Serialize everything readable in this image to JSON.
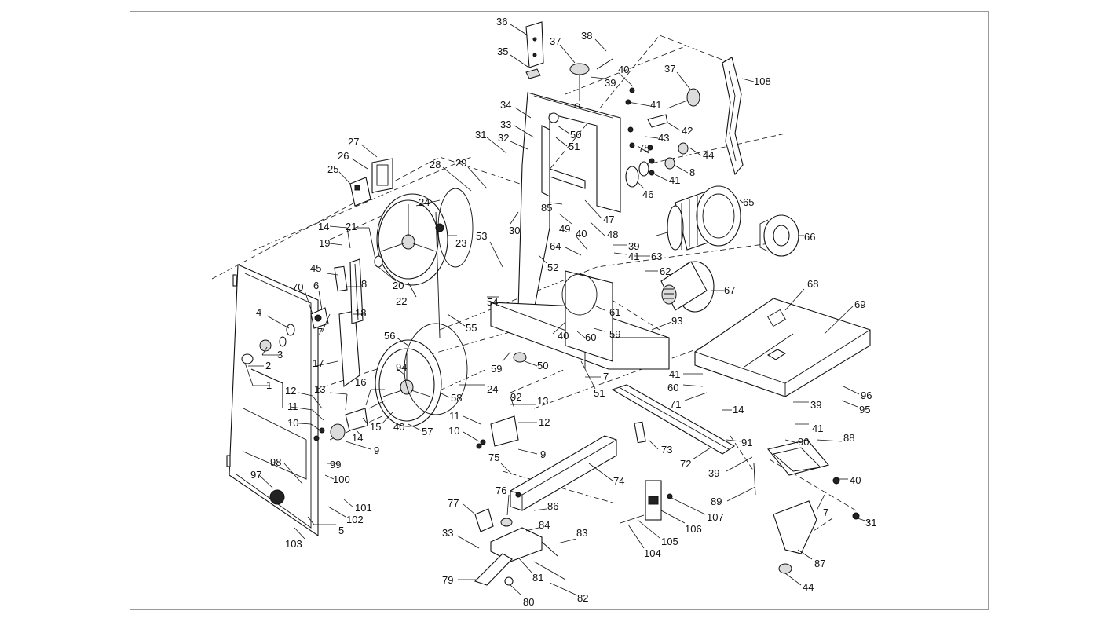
{
  "diagram": {
    "type": "exploded-parts-diagram",
    "subject": "band-saw",
    "callouts": [
      {
        "id": "c1",
        "label": "1"
      },
      {
        "id": "c2",
        "label": "2"
      },
      {
        "id": "c3",
        "label": "3"
      },
      {
        "id": "c4",
        "label": "4"
      },
      {
        "id": "c5",
        "label": "5"
      },
      {
        "id": "c6",
        "label": "6"
      },
      {
        "id": "c7a",
        "label": "7"
      },
      {
        "id": "c7b",
        "label": "7"
      },
      {
        "id": "c7c",
        "label": "7"
      },
      {
        "id": "c8a",
        "label": "8"
      },
      {
        "id": "c8b",
        "label": "8"
      },
      {
        "id": "c9a",
        "label": "9"
      },
      {
        "id": "c9b",
        "label": "9"
      },
      {
        "id": "c10a",
        "label": "10"
      },
      {
        "id": "c10b",
        "label": "10"
      },
      {
        "id": "c11a",
        "label": "11"
      },
      {
        "id": "c11b",
        "label": "11"
      },
      {
        "id": "c12a",
        "label": "12"
      },
      {
        "id": "c12b",
        "label": "12"
      },
      {
        "id": "c13a",
        "label": "13"
      },
      {
        "id": "c13b",
        "label": "13"
      },
      {
        "id": "c14a",
        "label": "14"
      },
      {
        "id": "c14b",
        "label": "14"
      },
      {
        "id": "c14c",
        "label": "14"
      },
      {
        "id": "c15",
        "label": "15"
      },
      {
        "id": "c16",
        "label": "16"
      },
      {
        "id": "c17",
        "label": "17"
      },
      {
        "id": "c18",
        "label": "18"
      },
      {
        "id": "c19",
        "label": "19"
      },
      {
        "id": "c20",
        "label": "20"
      },
      {
        "id": "c21",
        "label": "21"
      },
      {
        "id": "c22",
        "label": "22"
      },
      {
        "id": "c23",
        "label": "23"
      },
      {
        "id": "c24a",
        "label": "24"
      },
      {
        "id": "c24b",
        "label": "24"
      },
      {
        "id": "c25",
        "label": "25"
      },
      {
        "id": "c26",
        "label": "26"
      },
      {
        "id": "c27",
        "label": "27"
      },
      {
        "id": "c28",
        "label": "28"
      },
      {
        "id": "c29",
        "label": "29"
      },
      {
        "id": "c30",
        "label": "30"
      },
      {
        "id": "c31a",
        "label": "31"
      },
      {
        "id": "c31b",
        "label": "31"
      },
      {
        "id": "c32",
        "label": "32"
      },
      {
        "id": "c33a",
        "label": "33"
      },
      {
        "id": "c33b",
        "label": "33"
      },
      {
        "id": "c34",
        "label": "34"
      },
      {
        "id": "c35",
        "label": "35"
      },
      {
        "id": "c36",
        "label": "36"
      },
      {
        "id": "c37a",
        "label": "37"
      },
      {
        "id": "c37b",
        "label": "37"
      },
      {
        "id": "c38",
        "label": "38"
      },
      {
        "id": "c39a",
        "label": "39"
      },
      {
        "id": "c39b",
        "label": "39"
      },
      {
        "id": "c39c",
        "label": "39"
      },
      {
        "id": "c39d",
        "label": "39"
      },
      {
        "id": "c40a",
        "label": "40"
      },
      {
        "id": "c40b",
        "label": "40"
      },
      {
        "id": "c40c",
        "label": "40"
      },
      {
        "id": "c40d",
        "label": "40"
      },
      {
        "id": "c40e",
        "label": "40"
      },
      {
        "id": "c41a",
        "label": "41"
      },
      {
        "id": "c41b",
        "label": "41"
      },
      {
        "id": "c41c",
        "label": "41"
      },
      {
        "id": "c41d",
        "label": "41"
      },
      {
        "id": "c41e",
        "label": "41"
      },
      {
        "id": "c42",
        "label": "42"
      },
      {
        "id": "c43",
        "label": "43"
      },
      {
        "id": "c44a",
        "label": "44"
      },
      {
        "id": "c44b",
        "label": "44"
      },
      {
        "id": "c45",
        "label": "45"
      },
      {
        "id": "c46",
        "label": "46"
      },
      {
        "id": "c47",
        "label": "47"
      },
      {
        "id": "c48",
        "label": "48"
      },
      {
        "id": "c49",
        "label": "49"
      },
      {
        "id": "c50a",
        "label": "50"
      },
      {
        "id": "c50b",
        "label": "50"
      },
      {
        "id": "c51a",
        "label": "51"
      },
      {
        "id": "c51b",
        "label": "51"
      },
      {
        "id": "c52",
        "label": "52"
      },
      {
        "id": "c53",
        "label": "53"
      },
      {
        "id": "c54",
        "label": "54"
      },
      {
        "id": "c55",
        "label": "55"
      },
      {
        "id": "c56",
        "label": "56"
      },
      {
        "id": "c57",
        "label": "57"
      },
      {
        "id": "c58",
        "label": "58"
      },
      {
        "id": "c59a",
        "label": "59"
      },
      {
        "id": "c59b",
        "label": "59"
      },
      {
        "id": "c60a",
        "label": "60"
      },
      {
        "id": "c60b",
        "label": "60"
      },
      {
        "id": "c61",
        "label": "61"
      },
      {
        "id": "c62",
        "label": "62"
      },
      {
        "id": "c63",
        "label": "63"
      },
      {
        "id": "c64",
        "label": "64"
      },
      {
        "id": "c65",
        "label": "65"
      },
      {
        "id": "c66",
        "label": "66"
      },
      {
        "id": "c67",
        "label": "67"
      },
      {
        "id": "c68",
        "label": "68"
      },
      {
        "id": "c69",
        "label": "69"
      },
      {
        "id": "c70",
        "label": "70"
      },
      {
        "id": "c71",
        "label": "71"
      },
      {
        "id": "c72",
        "label": "72"
      },
      {
        "id": "c73",
        "label": "73"
      },
      {
        "id": "c74",
        "label": "74"
      },
      {
        "id": "c75",
        "label": "75"
      },
      {
        "id": "c76",
        "label": "76"
      },
      {
        "id": "c77",
        "label": "77"
      },
      {
        "id": "c78",
        "label": "78"
      },
      {
        "id": "c79",
        "label": "79"
      },
      {
        "id": "c80",
        "label": "80"
      },
      {
        "id": "c81",
        "label": "81"
      },
      {
        "id": "c82",
        "label": "82"
      },
      {
        "id": "c83",
        "label": "83"
      },
      {
        "id": "c84",
        "label": "84"
      },
      {
        "id": "c85",
        "label": "85"
      },
      {
        "id": "c86",
        "label": "86"
      },
      {
        "id": "c87",
        "label": "87"
      },
      {
        "id": "c88",
        "label": "88"
      },
      {
        "id": "c89",
        "label": "89"
      },
      {
        "id": "c90",
        "label": "90"
      },
      {
        "id": "c91",
        "label": "91"
      },
      {
        "id": "c92",
        "label": "92"
      },
      {
        "id": "c93",
        "label": "93"
      },
      {
        "id": "c94",
        "label": "94"
      },
      {
        "id": "c95",
        "label": "95"
      },
      {
        "id": "c96",
        "label": "96"
      },
      {
        "id": "c97",
        "label": "97"
      },
      {
        "id": "c98",
        "label": "98"
      },
      {
        "id": "c99",
        "label": "99"
      },
      {
        "id": "c100",
        "label": "100"
      },
      {
        "id": "c101",
        "label": "101"
      },
      {
        "id": "c102",
        "label": "102"
      },
      {
        "id": "c103",
        "label": "103"
      },
      {
        "id": "c104",
        "label": "104"
      },
      {
        "id": "c105",
        "label": "105"
      },
      {
        "id": "c106",
        "label": "106"
      },
      {
        "id": "c107",
        "label": "107"
      },
      {
        "id": "c108",
        "label": "108"
      }
    ]
  }
}
